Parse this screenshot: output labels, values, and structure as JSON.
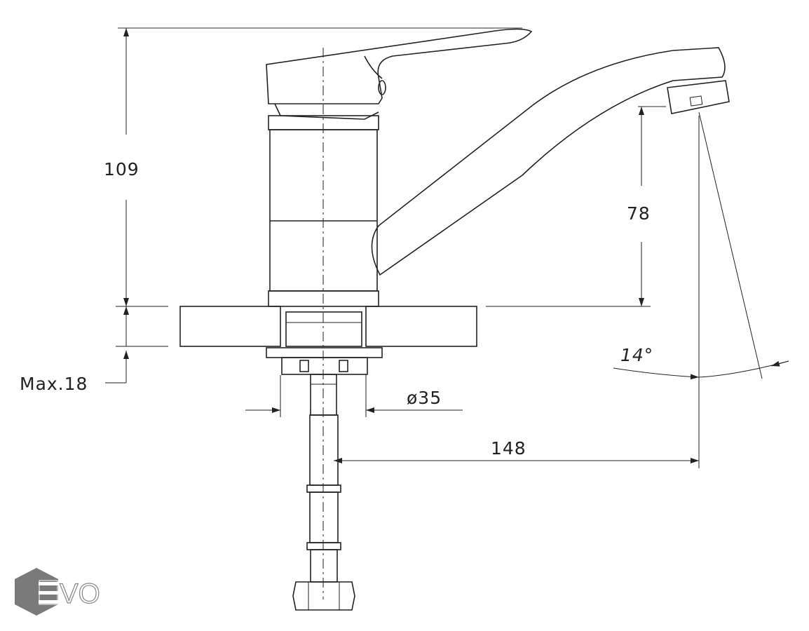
{
  "dimensions": {
    "height_total": "109",
    "spout_height": "78",
    "max_counter": "Max.18",
    "diameter": "ø35",
    "reach": "148",
    "angle": "14°"
  },
  "logo": {
    "text": "EVO",
    "color": "#7a7a7a"
  },
  "colors": {
    "line": "#222222",
    "background": "#ffffff"
  }
}
